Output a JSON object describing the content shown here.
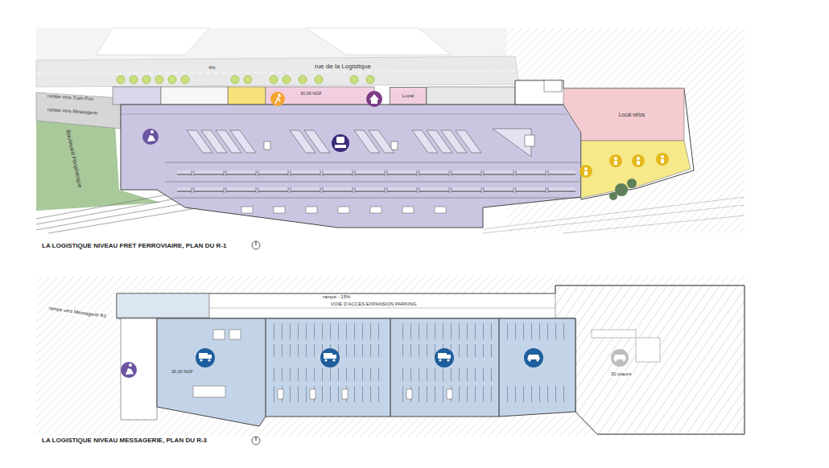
{
  "diagram": {
    "nodes": [
      {
        "text": [
          "LA LOGISTIQUE NIVEAU FRET FERROVIAIRE, PLAN DU R-1"
        ]
      },
      {
        "text": [
          "Local"
        ],
        "in": 0
      },
      {
        "text": [
          "Local vélos"
        ],
        "in": 0
      },
      {
        "text": [
          "LA LOGISTIQUE NIVEAU MESSAGERIE, PLAN DU R-3"
        ]
      }
    ],
    "labels": [
      "rue de la Logistique",
      "4%",
      "Boulevard Périphérique",
      "rampe vers Train Fret",
      "rampe vers Messagerie",
      "30,00 NGF",
      "rampe - 15%",
      "VOIE D'ACCES EXPANSION PARKING",
      "rampe vers Messagerie R3",
      "30,00 NGF",
      "30 places"
    ]
  }
}
